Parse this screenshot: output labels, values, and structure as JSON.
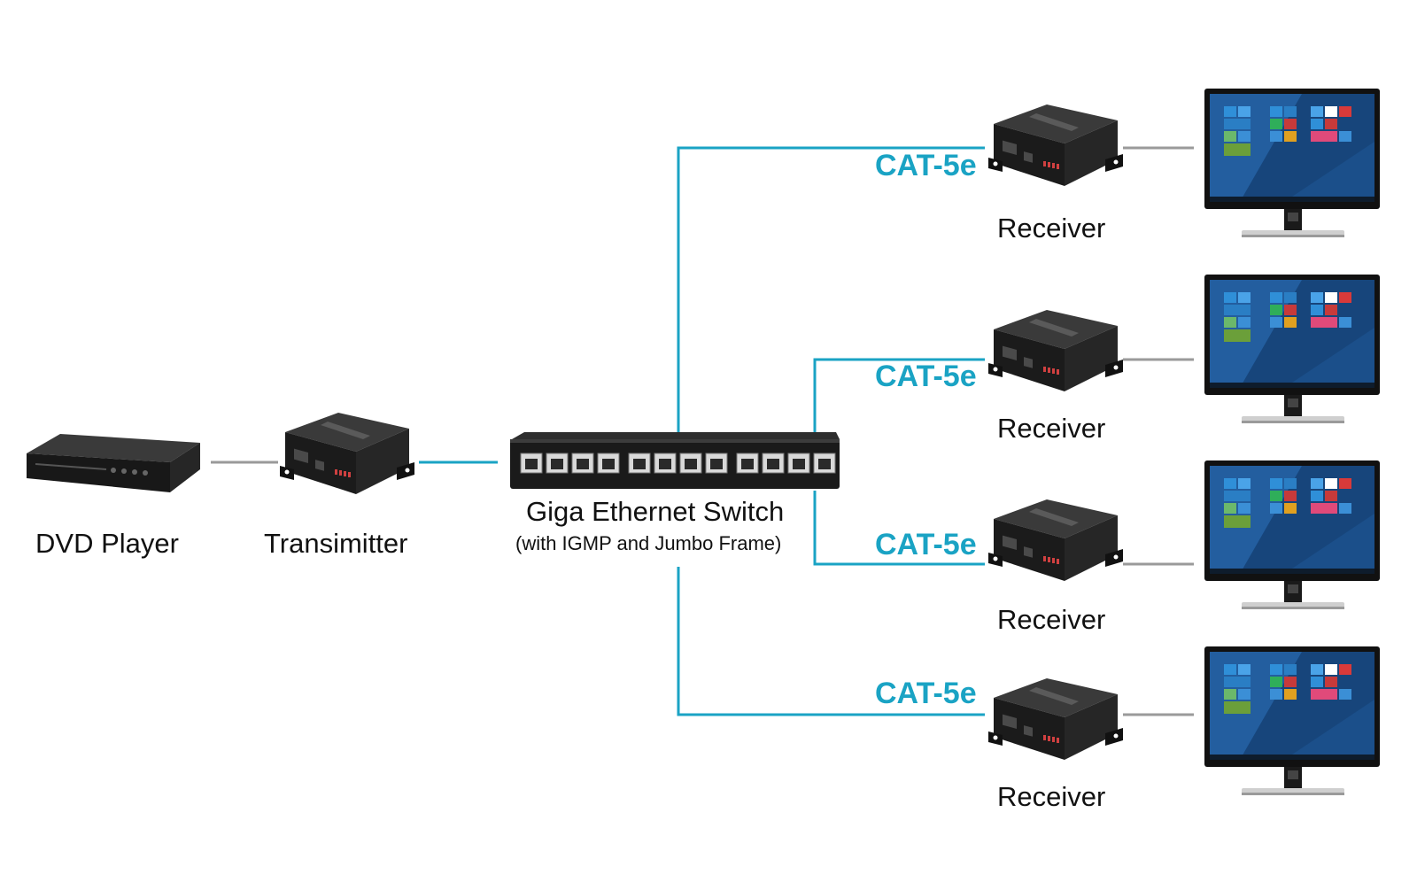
{
  "colors": {
    "network_cable": "#1aa3c4",
    "av_cable": "#9a9a9a",
    "device_body": "#151515",
    "label_text": "#111111",
    "screen_bg": "#1b4f8a"
  },
  "devices": {
    "dvd_player": {
      "label": "DVD Player",
      "icon": "dvd-player-icon"
    },
    "transmitter": {
      "label": "Transimitter",
      "icon": "extender-box-icon"
    },
    "switch": {
      "label": "Giga Ethernet Switch",
      "sublabel": "(with IGMP and Jumbo Frame)",
      "icon": "network-switch-icon"
    }
  },
  "receivers": [
    {
      "label": "Receiver",
      "cable_label": "CAT-5e"
    },
    {
      "label": "Receiver",
      "cable_label": "CAT-5e"
    },
    {
      "label": "Receiver",
      "cable_label": "CAT-5e"
    },
    {
      "label": "Receiver",
      "cable_label": "CAT-5e"
    }
  ]
}
